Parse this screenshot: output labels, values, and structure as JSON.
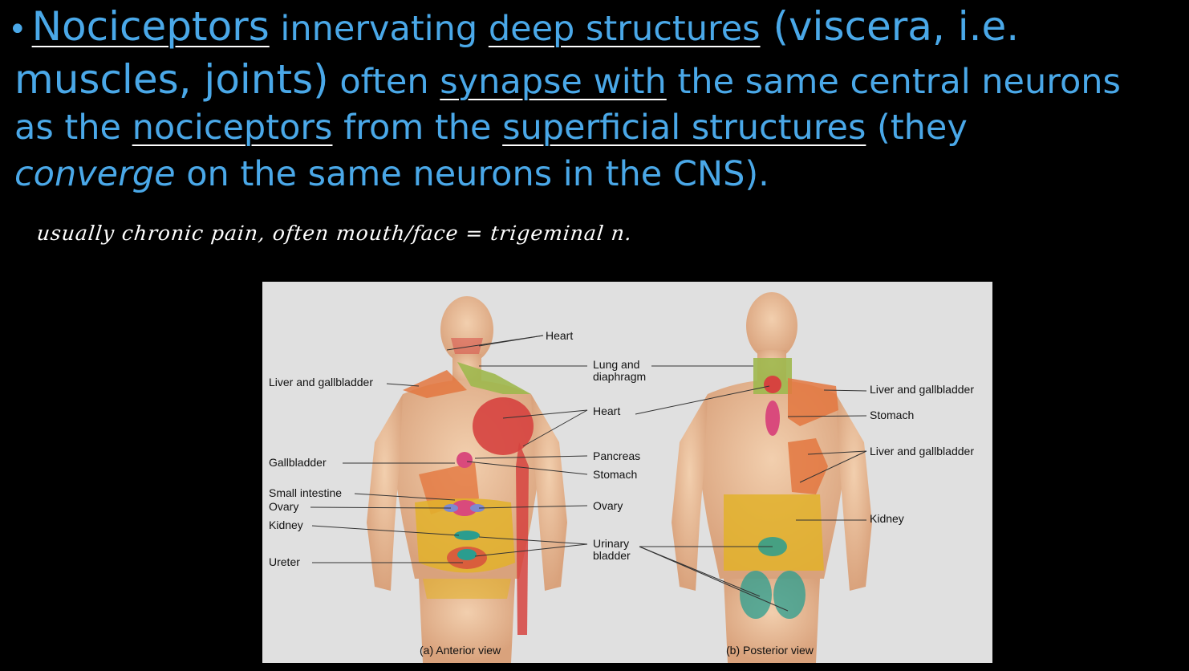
{
  "slide": {
    "bullet": "•",
    "p1": "Nociceptors",
    "p2": " innervating ",
    "p3": "deep structures",
    "p4": " (viscera, i.e.",
    "p5": "muscles, joints)",
    "p6": " often ",
    "p7": "synapse with",
    "p8": " the same central neurons",
    "p9": "as the ",
    "p10": "nociceptors",
    "p11": " from the ",
    "p12": "superficial structures",
    "p13": " (they",
    "p14": "converge",
    "p15": " on the same neurons in the CNS)."
  },
  "handwritten_note": "usually chronic pain, often mouth/face = trigeminal n.",
  "figure": {
    "anterior": {
      "caption": "(a) Anterior view",
      "left_labels": [
        "Liver and gallbladder",
        "Gallbladder",
        "Small intestine",
        "Ovary",
        "Kidney",
        "Ureter"
      ],
      "right_labels": {
        "heart_top": "Heart",
        "lung": "Lung and\ndiaphragm",
        "heart": "Heart",
        "pancreas": "Pancreas",
        "stomach": "Stomach",
        "ovary": "Ovary",
        "urinary": "Urinary\nbladder"
      }
    },
    "posterior": {
      "caption": "(b) Posterior view",
      "labels": [
        "Liver and gallbladder",
        "Stomach",
        "Liver and gallbladder",
        "Kidney"
      ]
    }
  }
}
